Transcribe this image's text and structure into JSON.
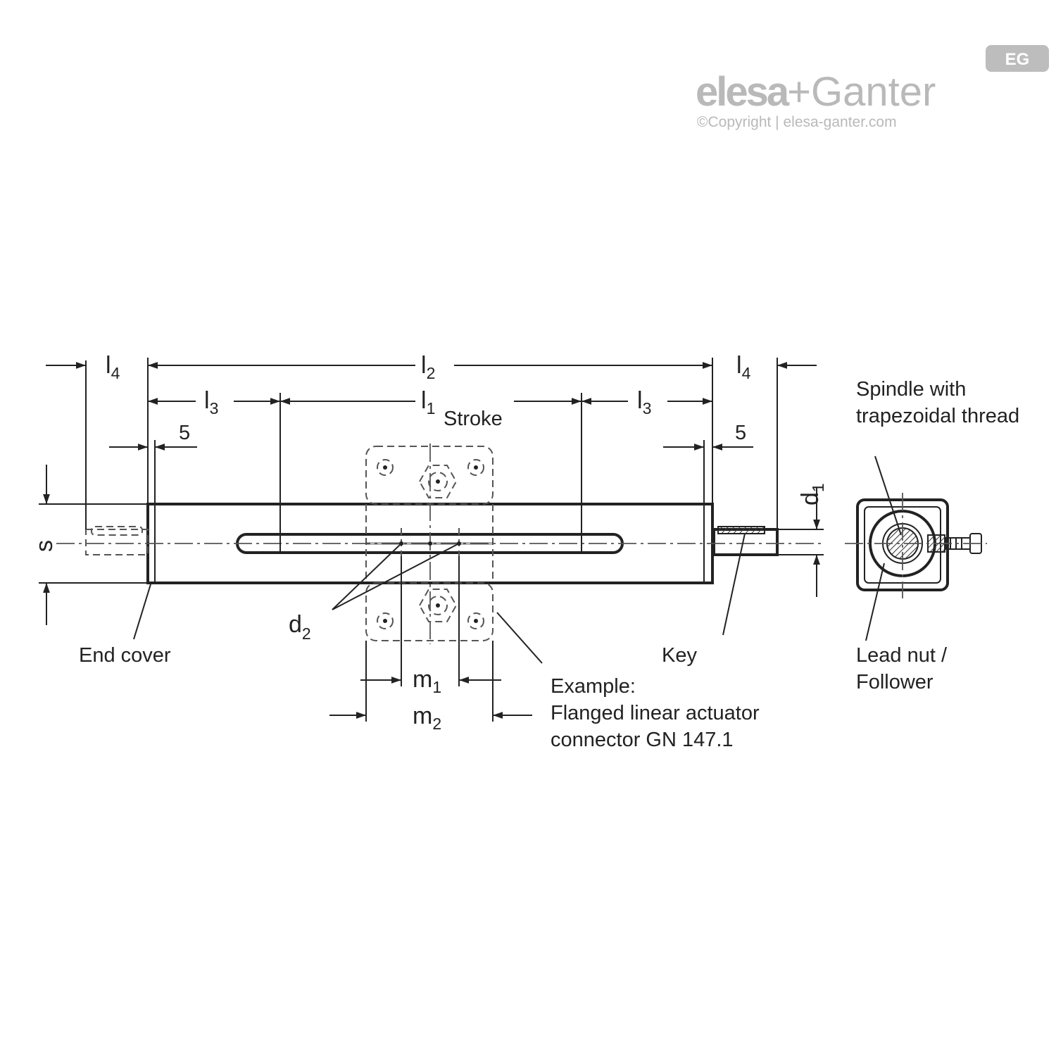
{
  "logo": {
    "brand_left": "elesa",
    "brand_plus": "+",
    "brand_right": "Ganter",
    "copyright": "©Copyright | elesa-ganter.com",
    "badge": "EG",
    "color": "#b9b9b9"
  },
  "dimensions": {
    "l4_left": {
      "main": "l",
      "sub": "4"
    },
    "l4_right": {
      "main": "l",
      "sub": "4"
    },
    "l2": {
      "main": "l",
      "sub": "2"
    },
    "l3_left": {
      "main": "l",
      "sub": "3"
    },
    "l3_right": {
      "main": "l",
      "sub": "3"
    },
    "l1": {
      "main": "l",
      "sub": "1"
    },
    "five_left": "5",
    "five_right": "5",
    "s": "s",
    "d1": {
      "main": "d",
      "sub": "1"
    },
    "d2": {
      "main": "d",
      "sub": "2"
    },
    "m1": {
      "main": "m",
      "sub": "1"
    },
    "m2": {
      "main": "m",
      "sub": "2"
    }
  },
  "labels": {
    "stroke": "Stroke",
    "end_cover": "End cover",
    "key": "Key",
    "spindle_line1": "Spindle with",
    "spindle_line2": "trapezoidal thread",
    "lead_nut_line1": "Lead nut /",
    "lead_nut_line2": "Follower",
    "example_line1": "Example:",
    "example_line2": "Flanged linear actuator",
    "example_line3": "connector GN 147.1"
  }
}
